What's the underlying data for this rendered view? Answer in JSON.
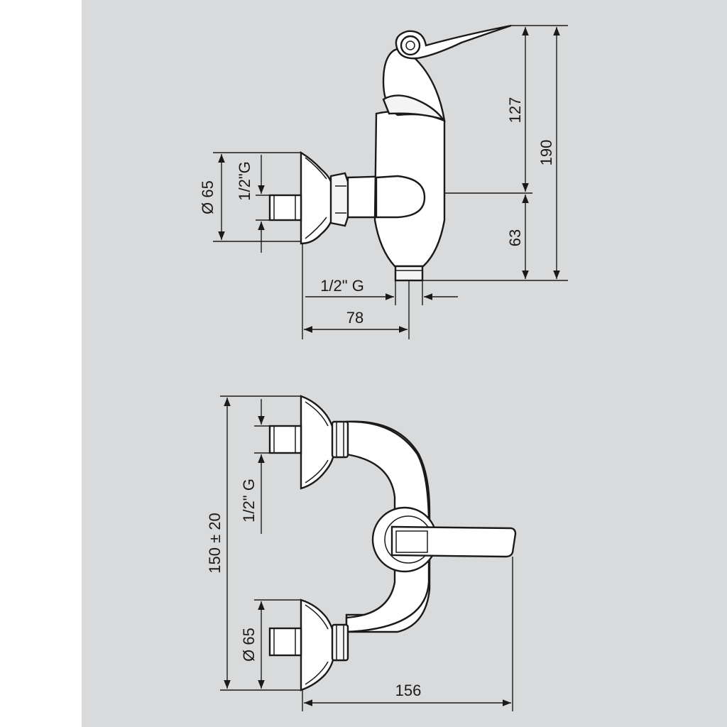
{
  "side_view": {
    "dim_127": "127",
    "dim_190": "190",
    "dim_63": "63",
    "dim_diameter_65": "Ø 65",
    "dim_thread_inlet": "1/2\"G",
    "dim_thread_outlet": "1/2\" G",
    "dim_78": "78"
  },
  "top_view": {
    "dim_150": "150 ± 20",
    "dim_thread": "1/2\" G",
    "dim_diameter_65": "Ø 65",
    "dim_156": "156"
  },
  "colors": {
    "panel_background": "#d9dadb",
    "line": "#1a1a1a",
    "part_fill": "#ffffff"
  }
}
